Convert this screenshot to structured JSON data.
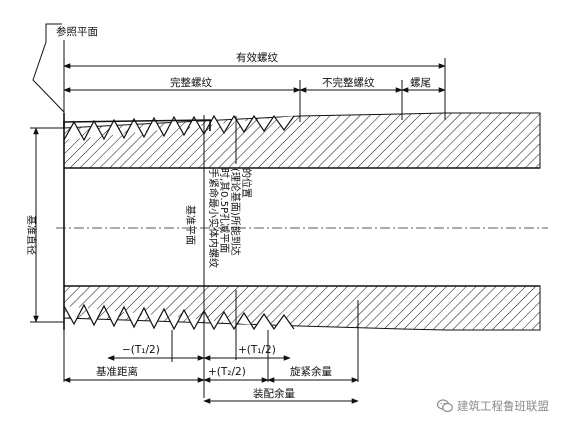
{
  "labels": {
    "reference_plane": "参照平面",
    "effective_thread": "有效螺纹",
    "complete_thread": "完整螺纹",
    "incomplete_thread": "不完整螺纹",
    "thread_tail": "螺尾",
    "base_diameter": "基准直径",
    "base_plane": "基准平面",
    "note_line1": "手紧命最小实体内螺纹",
    "note_line2": "时,其0.5P孔减平面",
    "note_line3": "(理论基面)所能到达",
    "note_line4": "的位置",
    "tol_minus_t1": "−(T₁/2)",
    "tol_plus_t1": "+(T₁/2)",
    "tol_plus_t2": "+(T₂/2)",
    "base_distance": "基准距离",
    "tightening_allowance": "旋紧余量",
    "assembly_allowance": "装配余量"
  },
  "watermark": {
    "icon": "wechat-icon",
    "text": "建筑工程鲁班联盟"
  }
}
